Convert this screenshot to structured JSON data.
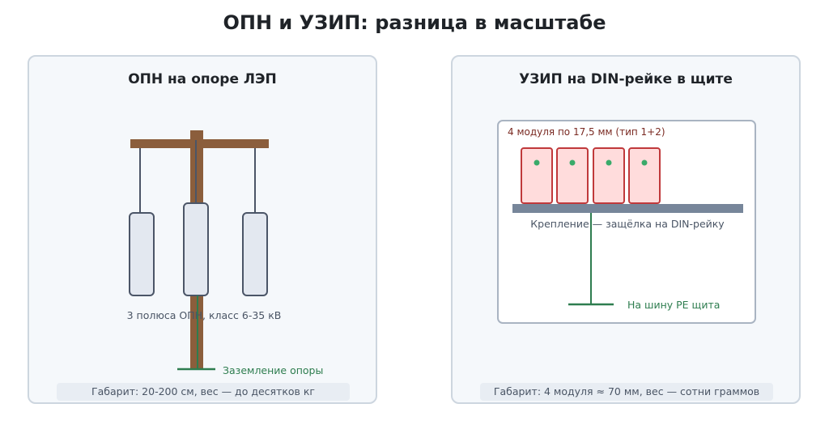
{
  "title": "ОПН и УЗИП: разница в масштабе",
  "left": {
    "title": "ОПН на опоре ЛЭП",
    "poles_label": "3 полюса ОПН, класс 6-35 кВ",
    "ground_label": "Заземление опоры",
    "footer": "Габарит: 20-200 см, вес — до десятков кг"
  },
  "right": {
    "title": "УЗИП на DIN-рейке в щите",
    "modules_label": "4 модуля по 17,5 мм (тип 1+2)",
    "mount_label": "Крепление — защёлка на DIN-рейку",
    "pe_label": "На шину PE щита",
    "footer": "Габарит: 4 модуля ≈ 70 мм, вес — сотни граммов"
  },
  "colors": {
    "wood": "#8b5e3c",
    "arrester_fill": "#e3e8f0",
    "arrester_stroke": "#4b5567",
    "ground": "#2e7d4f",
    "module_fill": "#ffdcdc",
    "module_stroke": "#c0393b",
    "indicator": "#3aaa6a",
    "rail": "#77869a",
    "modules_text": "#7a2a22"
  }
}
